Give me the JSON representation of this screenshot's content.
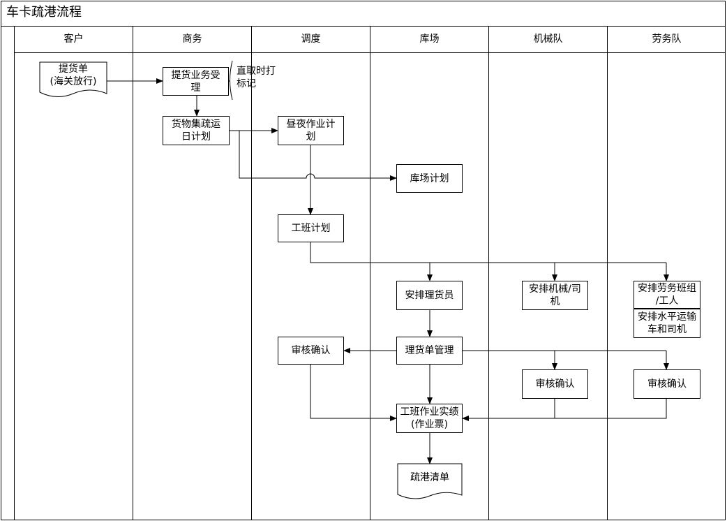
{
  "title": "车卡疏港流程",
  "lanes": [
    "客户",
    "商务",
    "调度",
    "库场",
    "机械队",
    "劳务队"
  ],
  "nodes": {
    "pickup_doc": "提货单\n(海关放行)",
    "accept": "提货业务受\n理",
    "note_timestamp": "直取时打\n标记",
    "collect_plan": "货物集疏运\n日计划",
    "daynight_plan": "昼夜作业计\n划",
    "yard_plan": "库场计划",
    "shift_plan": "工班计划",
    "arrange_tally": "安排理货员",
    "arrange_machine": "安排机械/司\n机",
    "arrange_labor": "安排劳务班组\n/工人",
    "arrange_truck": "安排水平运输\n车和司机",
    "tally_manage": "理货单管理",
    "review_dispatch": "审核确认",
    "review_machine": "审核确认",
    "review_labor": "审核确认",
    "shift_record": "工班作业实绩\n(作业票)",
    "clearance_list": "疏港清单"
  }
}
